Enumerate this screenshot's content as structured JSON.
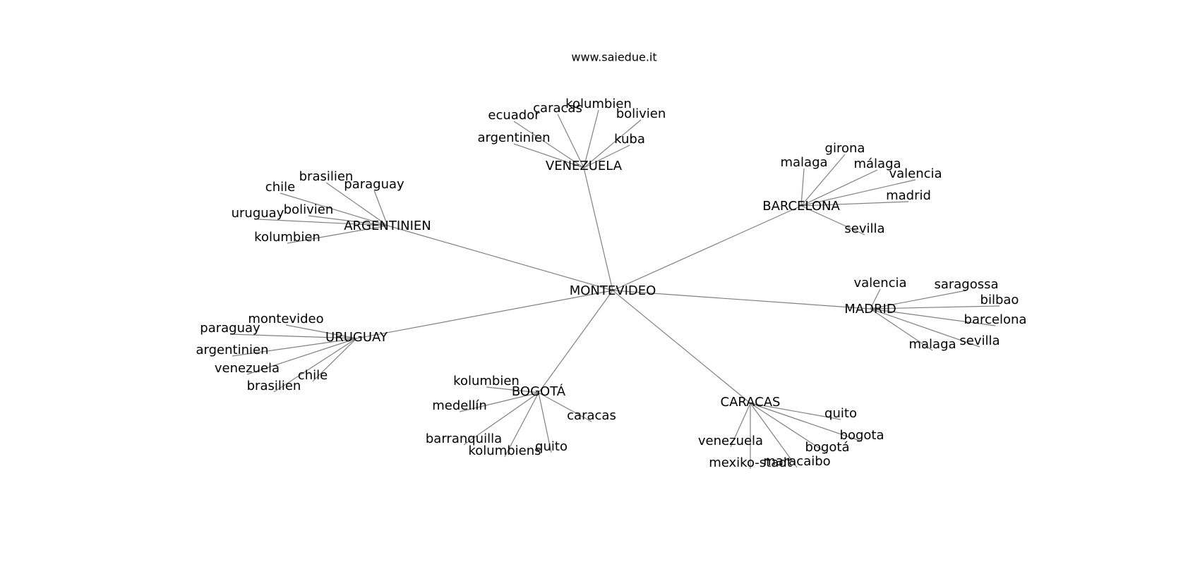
{
  "title": "www.saiedue.it",
  "graph": {
    "center": "MONTEVIDEO",
    "hubs": [
      {
        "name": "VENEZUELA",
        "neighbors": [
          "ecuador",
          "caracas",
          "kolumbien",
          "bolivien",
          "argentinien",
          "kuba"
        ]
      },
      {
        "name": "ARGENTINIEN",
        "neighbors": [
          "brasilien",
          "chile",
          "paraguay",
          "bolivien",
          "uruguay",
          "kolumbien"
        ]
      },
      {
        "name": "BARCELONA",
        "neighbors": [
          "girona",
          "malaga",
          "málaga",
          "valencia",
          "madrid",
          "sevilla"
        ]
      },
      {
        "name": "MADRID",
        "neighbors": [
          "valencia",
          "saragossa",
          "bilbao",
          "barcelona",
          "sevilla",
          "malaga"
        ]
      },
      {
        "name": "URUGUAY",
        "neighbors": [
          "montevideo",
          "paraguay",
          "argentinien",
          "venezuela",
          "chile",
          "brasilien"
        ]
      },
      {
        "name": "BOGOTÁ",
        "neighbors": [
          "kolumbien",
          "medellín",
          "caracas",
          "barranquilla",
          "quito",
          "kolumbiens"
        ]
      },
      {
        "name": "CARACAS",
        "neighbors": [
          "quito",
          "bogota",
          "venezuela",
          "bogotá",
          "maracaibo",
          "mexiko-stadt"
        ]
      }
    ]
  }
}
